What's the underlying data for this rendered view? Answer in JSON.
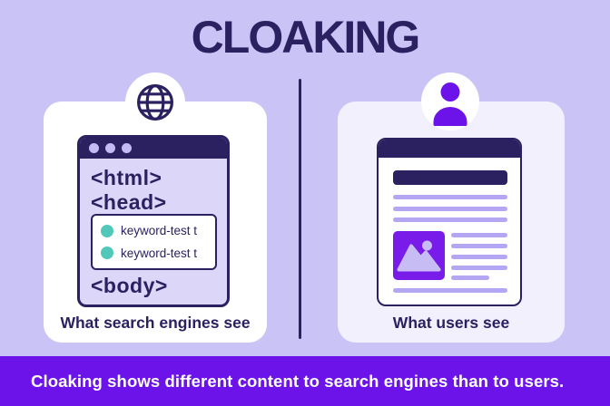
{
  "title": "CLOAKING",
  "colors": {
    "bg": "#cac4f6",
    "navy": "#2b2161",
    "purple": "#6c13ea",
    "purple-img": "#7a1ce9",
    "teal": "#52c8ba",
    "card": "#ffffff",
    "card-right": "#f2f0fc",
    "window-body": "#dcd6f9",
    "line": "#b5a6f3",
    "lavender-shape": "#c8bcf5",
    "dot": "#c4bbf4",
    "footer-text": "#ffffff"
  },
  "left_panel": {
    "icon": "globe",
    "caption": "What search engines see",
    "code": {
      "html_tag": "<html>",
      "head_tag": "<head>",
      "keywords": [
        "keyword-test t",
        "keyword-test t"
      ],
      "body_tag": "<body>"
    }
  },
  "right_panel": {
    "icon": "person",
    "caption": "What users see"
  },
  "footer": {
    "text": "Cloaking shows different content to search engines than to users."
  }
}
